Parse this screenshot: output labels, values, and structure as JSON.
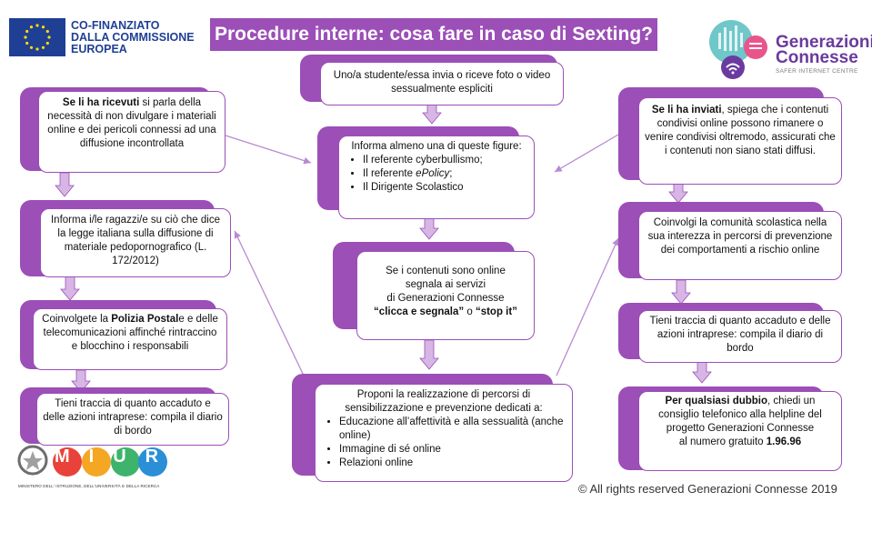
{
  "header": {
    "eu_text": "CO-FINANZIATO\nDALLA COMMISSIONE\nEUROPEA",
    "title": "Procedure interne: cosa fare in caso di Sexting?",
    "gc_title_1": "Generazioni",
    "gc_title_2": "Connesse",
    "gc_subtitle": "SAFER INTERNET CENTRE"
  },
  "center": {
    "start": "Uno/a studente/essa  invia o riceve foto o video sessualmente espliciti",
    "inform_intro": "Informa almeno una di queste figure:",
    "inform_items": [
      "Il referente cyberbullismo;",
      "Il referente ",
      "ePolicy",
      ";",
      "Il Dirigente Scolastico"
    ],
    "report_line1": "Se i contenuti sono online",
    "report_line2": "segnala ai servizi",
    "report_line3": "di  Generazioni Connesse",
    "report_line4a": "“clicca e segnala”",
    "report_line4b": " o ",
    "report_line4c": "“stop it”",
    "propose_intro": "Proponi la realizzazione di percorsi di sensibilizzazione  e prevenzione dedicati a:",
    "propose_items": [
      "Educazione all’affettività e alla sessualità (anche online)",
      "Immagine di sé online",
      "Relazioni online"
    ]
  },
  "left": {
    "received_bold": "Se li ha ricevuti",
    "received_rest": " si parla della necessità di non divulgare i materiali online e dei pericoli connessi ad una diffusione incontrollata",
    "law": "Informa i/le ragazzi/e su ciò che dice la legge italiana sulla diffusione di materiale pedopornografico (L. 172/2012)",
    "police_a": "Coinvolgete la ",
    "police_b": "Polizia Postal",
    "police_c": "e e delle telecomunicazioni affinché rintraccino e blocchino i responsabili",
    "track": "Tieni traccia di quanto accaduto e delle azioni intraprese: compila il diario di bordo"
  },
  "right": {
    "sent_bold": "Se li ha inviati",
    "sent_rest": ", spiega che i contenuti condivisi online possono rimanere o venire condivisi oltremodo, assicurati che i contenuti non siano stati diffusi.",
    "community": "Coinvolgi la comunità scolastica nella sua interezza in percorsi di prevenzione dei comportamenti a rischio online",
    "track": "Tieni traccia di quanto accaduto e delle azioni intraprese: compila il diario di bordo",
    "doubt_bold": "Per qualsiasi dubbio",
    "doubt_rest": ", chiedi un consiglio telefonico alla helpline  del progetto Generazioni Connesse",
    "doubt_number_prefix": "al numero gratuito ",
    "doubt_number": "1.96.96"
  },
  "footer": {
    "copyright": "© All rights reserved Generazioni Connesse  2019",
    "miur_letters": "MIUR",
    "miur_caption": "MINISTERO DELL' ISTRUZIONE, DELL'UNIVERSITÀ E DELLA RICERCA"
  },
  "colors": {
    "accent": "#9b4fb7",
    "arrow": "#c9a2dc",
    "eu_blue": "#1f3f95"
  }
}
